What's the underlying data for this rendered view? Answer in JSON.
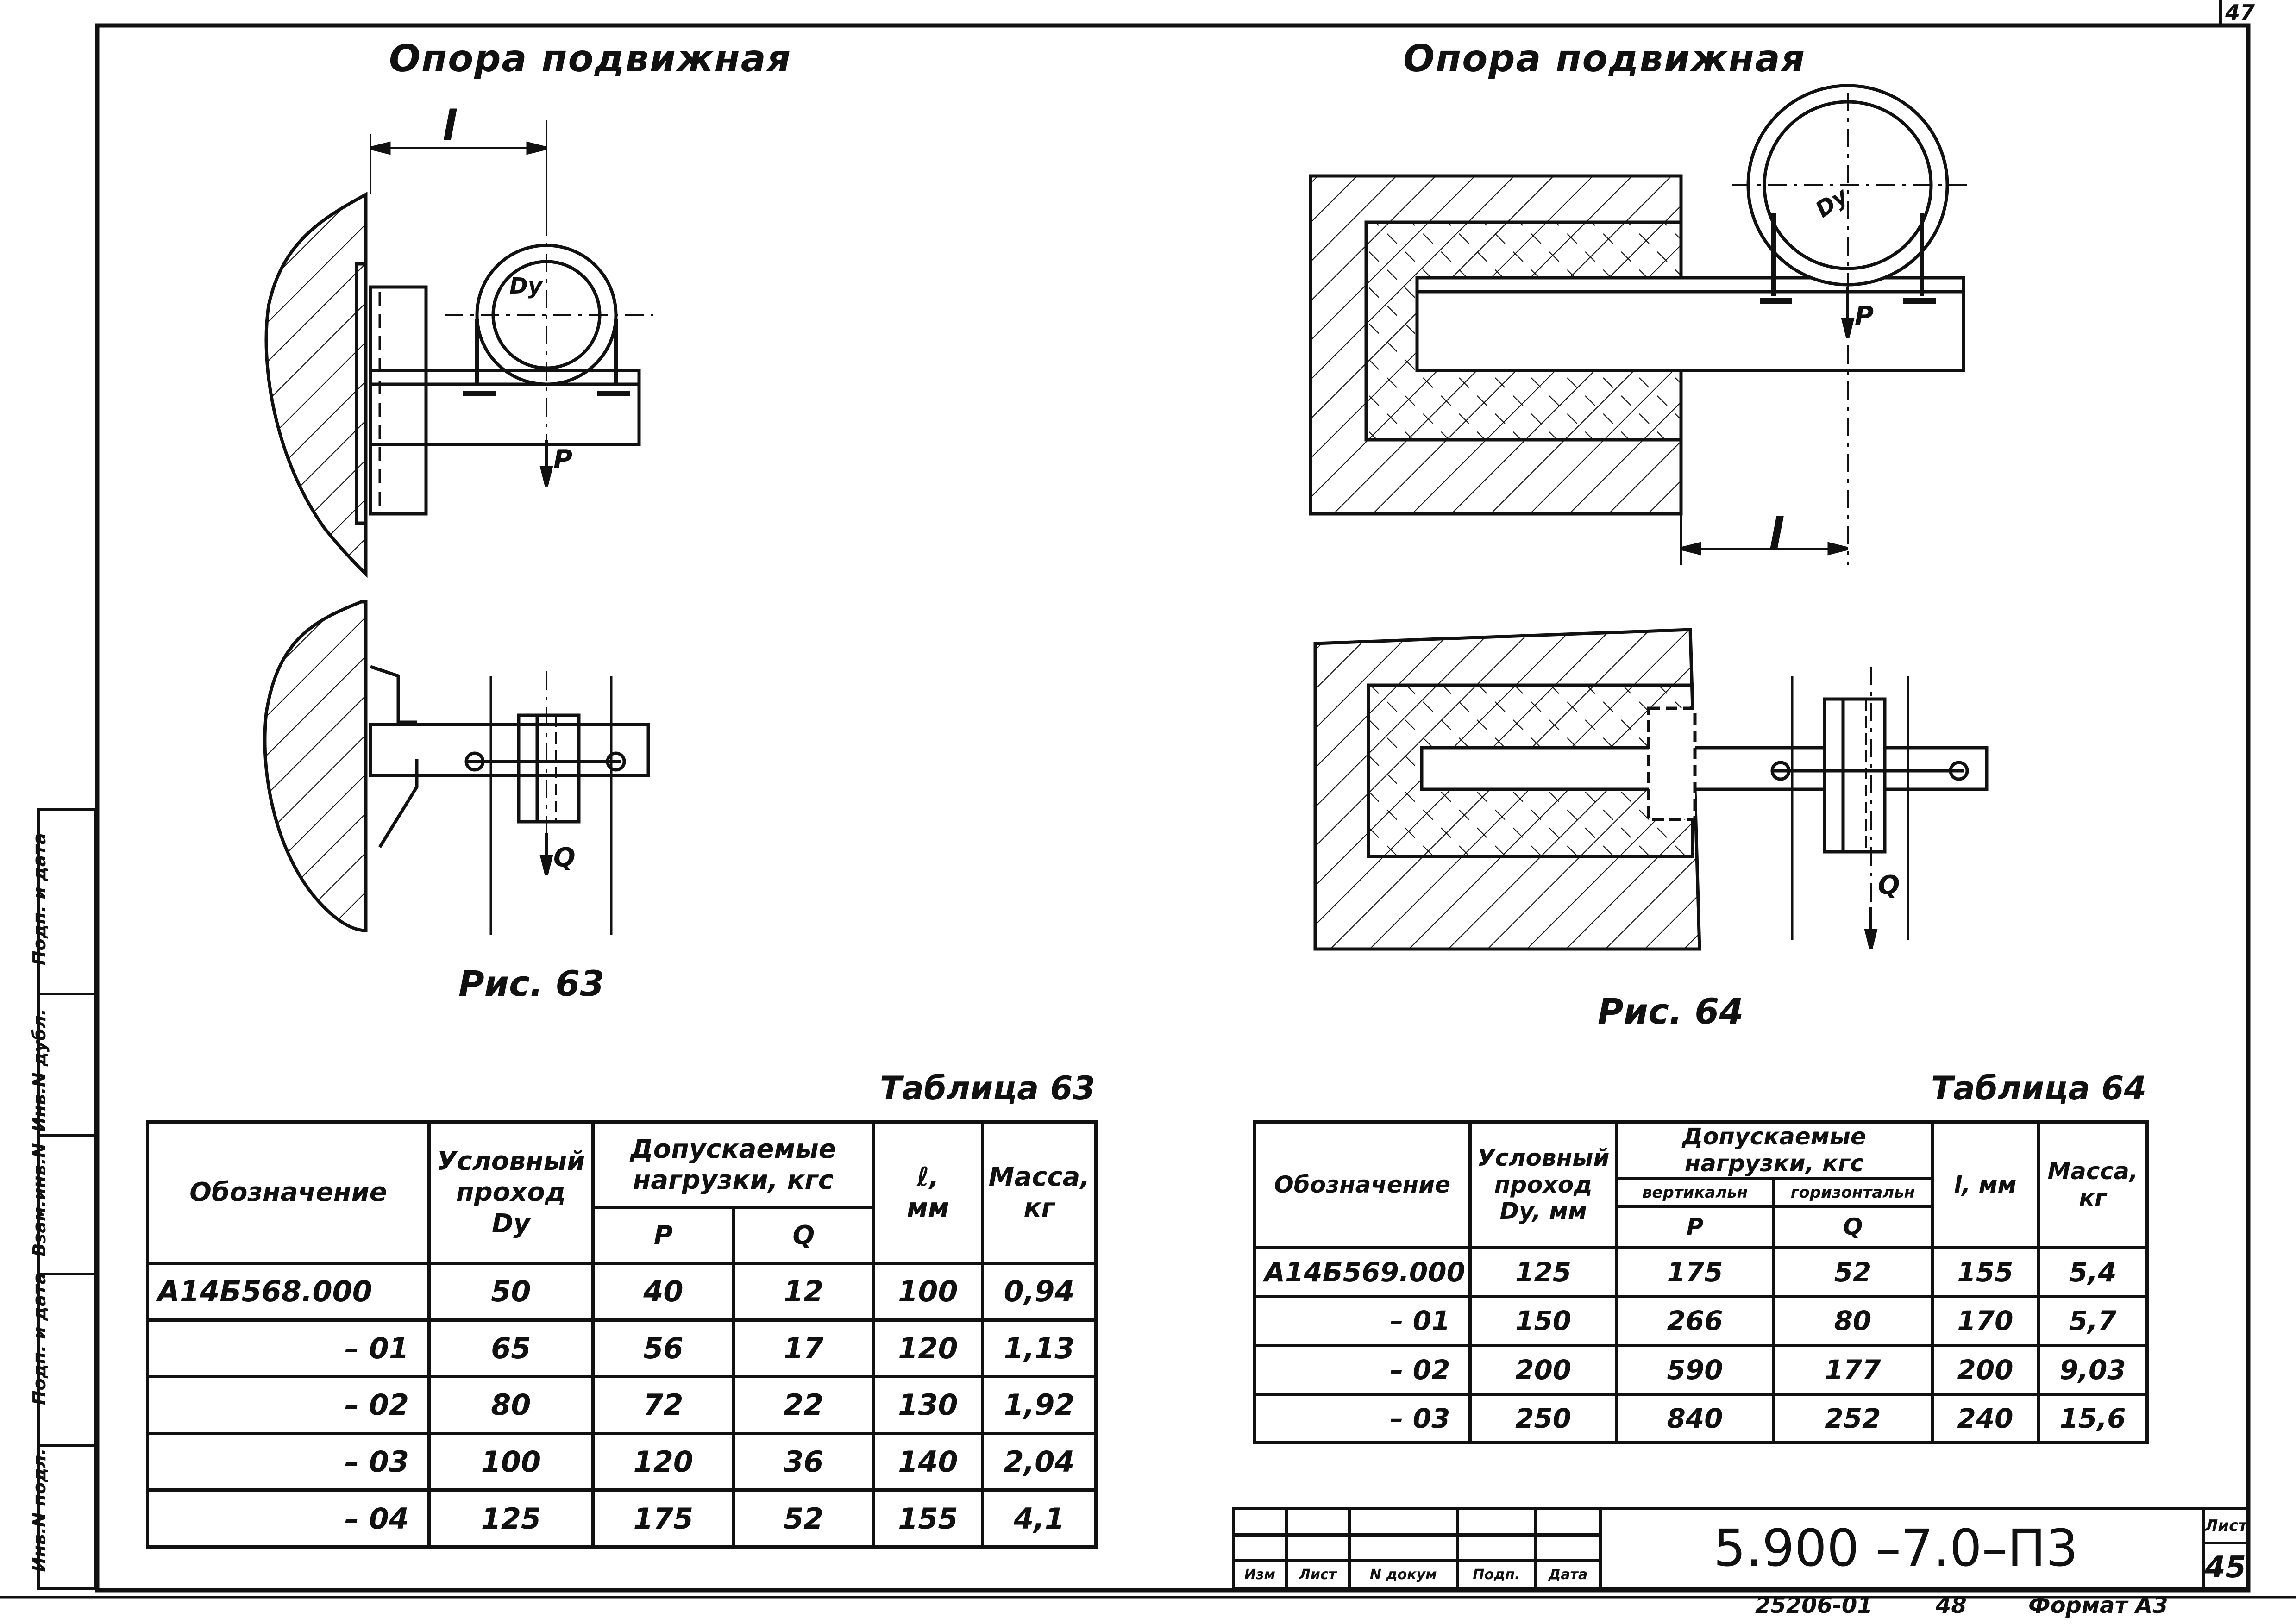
{
  "sheet_corner": "47",
  "left_figure": {
    "title": "Опора подвижная",
    "label_l": "l",
    "label_dy": "Dy",
    "label_p": "P",
    "label_q": "Q",
    "caption": "Рис. 63"
  },
  "right_figure": {
    "title": "Опора подвижная",
    "label_l": "l",
    "label_dy": "Dy",
    "label_p": "P",
    "label_q": "Q",
    "caption": "Рис. 64"
  },
  "table63": {
    "caption": "Таблица 63",
    "headers": {
      "designation": "Обозначение",
      "dy_line1": "Условный",
      "dy_line2": "проход",
      "dy_line3": "Dy",
      "loads": "Допускаемые нагрузки, кгс",
      "p": "P",
      "q": "Q",
      "l": "ℓ,",
      "l_unit": "мм",
      "mass": "Масса,",
      "mass_unit": "кг"
    },
    "rows": [
      {
        "designation": "А14Б568.000",
        "dy": "50",
        "p": "40",
        "q": "12",
        "l": "100",
        "mass": "0,94"
      },
      {
        "designation": "– 01",
        "dy": "65",
        "p": "56",
        "q": "17",
        "l": "120",
        "mass": "1,13"
      },
      {
        "designation": "– 02",
        "dy": "80",
        "p": "72",
        "q": "22",
        "l": "130",
        "mass": "1,92"
      },
      {
        "designation": "– 03",
        "dy": "100",
        "p": "120",
        "q": "36",
        "l": "140",
        "mass": "2,04"
      },
      {
        "designation": "– 04",
        "dy": "125",
        "p": "175",
        "q": "52",
        "l": "155",
        "mass": "4,1"
      }
    ]
  },
  "table64": {
    "caption": "Таблица 64",
    "headers": {
      "designation": "Обозначение",
      "dy_line1": "Условный",
      "dy_line2": "проход",
      "dy_line3": "Dy, мм",
      "loads_line1": "Допускаемые",
      "loads_line2": "нагрузки, кгс",
      "vertical": "вертикальн",
      "horizontal": "горизонтальн",
      "p": "P",
      "q": "Q",
      "l": "l, мм",
      "mass": "Масса,",
      "mass_unit": "кг"
    },
    "rows": [
      {
        "designation": "А14Б569.000",
        "dy": "125",
        "p": "175",
        "q": "52",
        "l": "155",
        "mass": "5,4"
      },
      {
        "designation": "– 01",
        "dy": "150",
        "p": "266",
        "q": "80",
        "l": "170",
        "mass": "5,7"
      },
      {
        "designation": "– 02",
        "dy": "200",
        "p": "590",
        "q": "177",
        "l": "200",
        "mass": "9,03"
      },
      {
        "designation": "– 03",
        "dy": "250",
        "p": "840",
        "q": "252",
        "l": "240",
        "mass": "15,6"
      }
    ]
  },
  "title_block": {
    "col_labels": [
      "Изм",
      "Лист",
      "N докум",
      "Подп.",
      "Дата"
    ],
    "document_code": "5.900 –7.0–П3",
    "sheet_label": "Лист",
    "sheet_number": "45",
    "footer_code": "25206-01",
    "footer_number": "48",
    "footer_format": "Формат А3"
  },
  "side_stamp": {
    "cells": [
      "Инв.N подл.",
      "Подп. и дата",
      "Взам.инв.N",
      "Инв.N дубл.",
      "Подп. и дата"
    ]
  }
}
